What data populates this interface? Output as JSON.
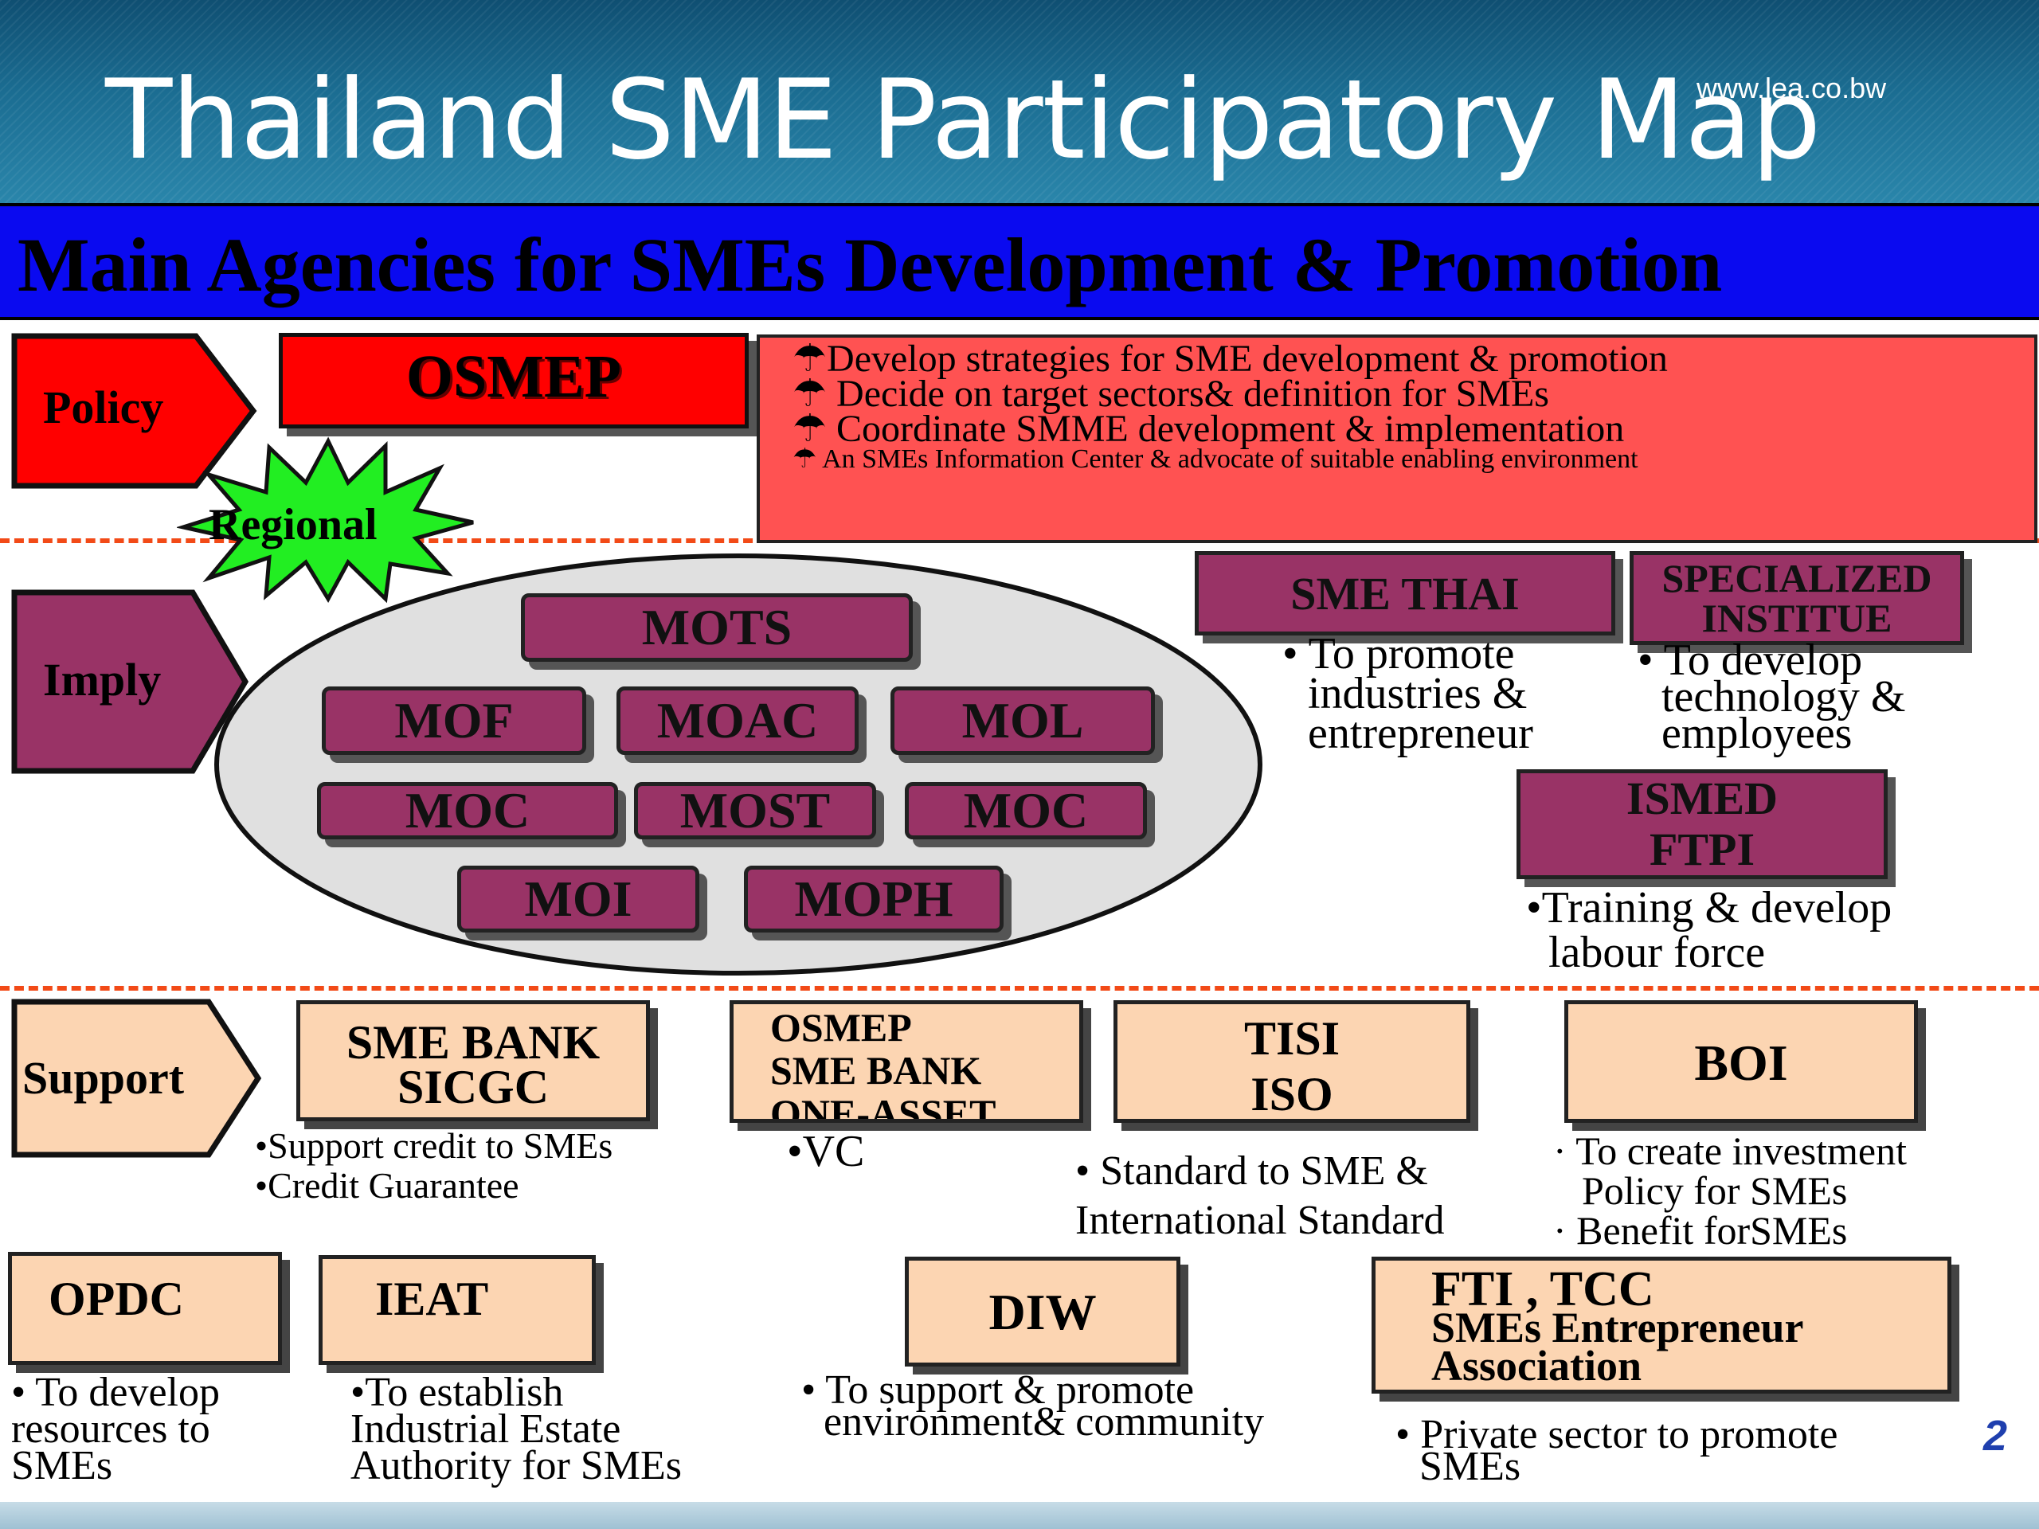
{
  "header": {
    "title": "Thailand SME Participatory Map",
    "url": "www.lea.co.bw"
  },
  "banner": "Main Agencies for SMEs Development & Promotion",
  "policy": {
    "label": "Policy",
    "osmep": "OSMEP",
    "regional": "Regional",
    "bullets": [
      "Develop strategies for SME development & promotion",
      "Decide on target sectors& definition for SMEs",
      "Coordinate SMME development & implementation",
      "An SMEs Information Center & advocate of suitable enabling environment"
    ]
  },
  "imply": {
    "label": "Imply",
    "ministries": [
      "MOTS",
      "MOF",
      "MOAC",
      "MOL",
      "MOC",
      "MOST",
      "MOC",
      "MOI",
      "MOPH"
    ],
    "smethai": {
      "title": "SME THAI",
      "note": [
        "• To promote",
        "industries &",
        "entrepreneur"
      ]
    },
    "specialized": {
      "title": [
        "SPECIALIZED",
        "INSTITUE"
      ],
      "note": [
        "• To develop",
        "technology &",
        "employees"
      ]
    },
    "ismed": {
      "title": [
        "ISMED",
        "FTPI"
      ],
      "note": [
        "•Training & develop",
        "labour force"
      ]
    }
  },
  "support": {
    "label": "Support",
    "smebank": {
      "title": [
        "SME BANK",
        "SICGC"
      ],
      "note": [
        "•Support credit to SMEs",
        "•Credit Guarantee"
      ]
    },
    "osmep": {
      "title": [
        "OSMEP",
        "SME BANK",
        "ONE-ASSET"
      ],
      "note": [
        "•VC"
      ]
    },
    "tisi": {
      "title": [
        "TISI",
        "ISO"
      ],
      "note": [
        "• Standard to SME &",
        "International Standard"
      ]
    },
    "boi": {
      "title": "BOI",
      "note": [
        "· To create investment",
        "Policy for SMEs",
        "· Benefit forSMEs"
      ]
    },
    "opdc": {
      "title": "OPDC",
      "note": [
        "• To develop",
        "resources to",
        "SMEs"
      ]
    },
    "ieat": {
      "title": "IEAT",
      "note": [
        "•To establish",
        "Industrial Estate",
        "Authority for SMEs"
      ]
    },
    "diw": {
      "title": "DIW",
      "note": [
        "• To support & promote",
        "environment& community"
      ]
    },
    "fti": {
      "title": [
        "FTI , TCC",
        "SMEs Entrepreneur",
        "Association"
      ],
      "note": [
        "• Private sector to promote",
        "SMEs"
      ]
    }
  },
  "page_number": "2",
  "colors": {
    "header": "#1b6d92",
    "banner": "#0a0af0",
    "policy": "#ff0000",
    "purple": "#993366",
    "peach": "#fcd5b2",
    "dash": "#f24a17",
    "star": "#22ee22"
  }
}
